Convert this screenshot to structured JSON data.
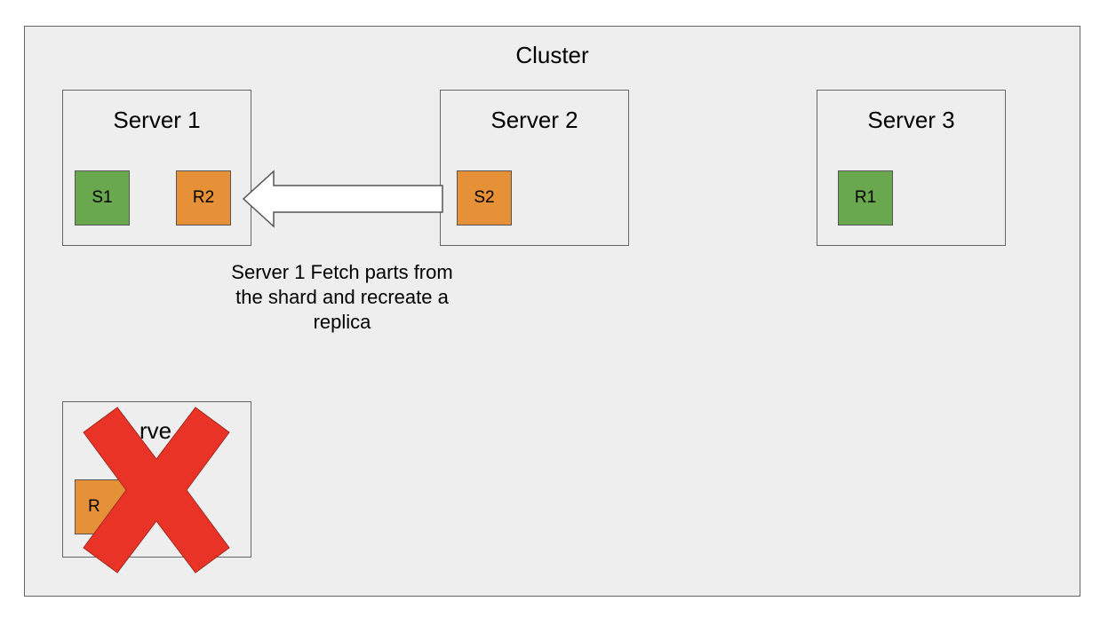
{
  "cluster": {
    "title": "Cluster"
  },
  "servers": [
    {
      "title": "Server 1",
      "shards": [
        {
          "label": "S1",
          "color": "#6aa84f"
        },
        {
          "label": "R2",
          "color": "#e69138"
        }
      ]
    },
    {
      "title": "Server 2",
      "shards": [
        {
          "label": "S2",
          "color": "#e69138"
        }
      ]
    },
    {
      "title": "Server 3",
      "shards": [
        {
          "label": "R1",
          "color": "#6aa84f"
        }
      ]
    }
  ],
  "failed_server": {
    "title_fragment": "rve",
    "shard_fragment": "R",
    "shard_color": "#e69138"
  },
  "arrow_caption": "Server 1 Fetch parts from the shard and recreate a replica",
  "colors": {
    "primary_shard": "#6aa84f",
    "replica_shard": "#e69138",
    "failure_mark": "#e83326",
    "background": "#eeeeee"
  }
}
